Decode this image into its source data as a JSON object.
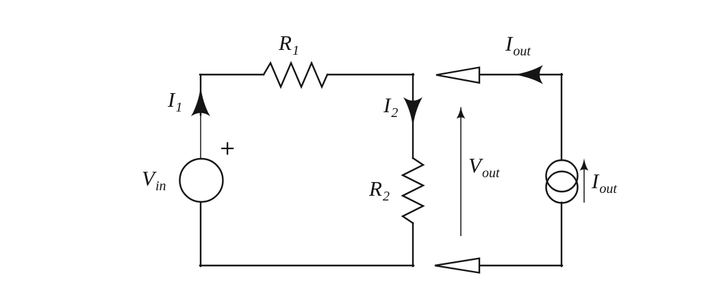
{
  "diagram": {
    "type": "circuit-schematic",
    "description": "Two-port circuit: input loop with voltage source Vin, series resistor R1 and shunt resistor R2, output port with voltage Vout driven by a current source Iout",
    "background": "#ffffff",
    "line_color": "#151515",
    "labels": {
      "vin": {
        "main": "V",
        "sub": "in"
      },
      "plus_sign": "+",
      "i1": {
        "main": "I",
        "sub": "1"
      },
      "r1": {
        "main": "R",
        "sub": "1"
      },
      "i2": {
        "main": "I",
        "sub": "2"
      },
      "r2": {
        "main": "R",
        "sub": "2"
      },
      "vout": {
        "main": "V",
        "sub": "out"
      },
      "iout_top": {
        "main": "I",
        "sub": "out"
      },
      "iout_source": {
        "main": "I",
        "sub": "out"
      }
    },
    "components": [
      "voltage-source Vin (circle, + at top)",
      "resistor R1 (horizontal zigzag, top branch)",
      "resistor R2 (vertical zigzag, right branch)",
      "current arrows I1 (up) and I2 (down)",
      "output voltage arrow Vout (up)",
      "current source Iout (two overlapping circles with up arrow)",
      "open triangle port arrows pointing left (top and bottom)"
    ]
  }
}
